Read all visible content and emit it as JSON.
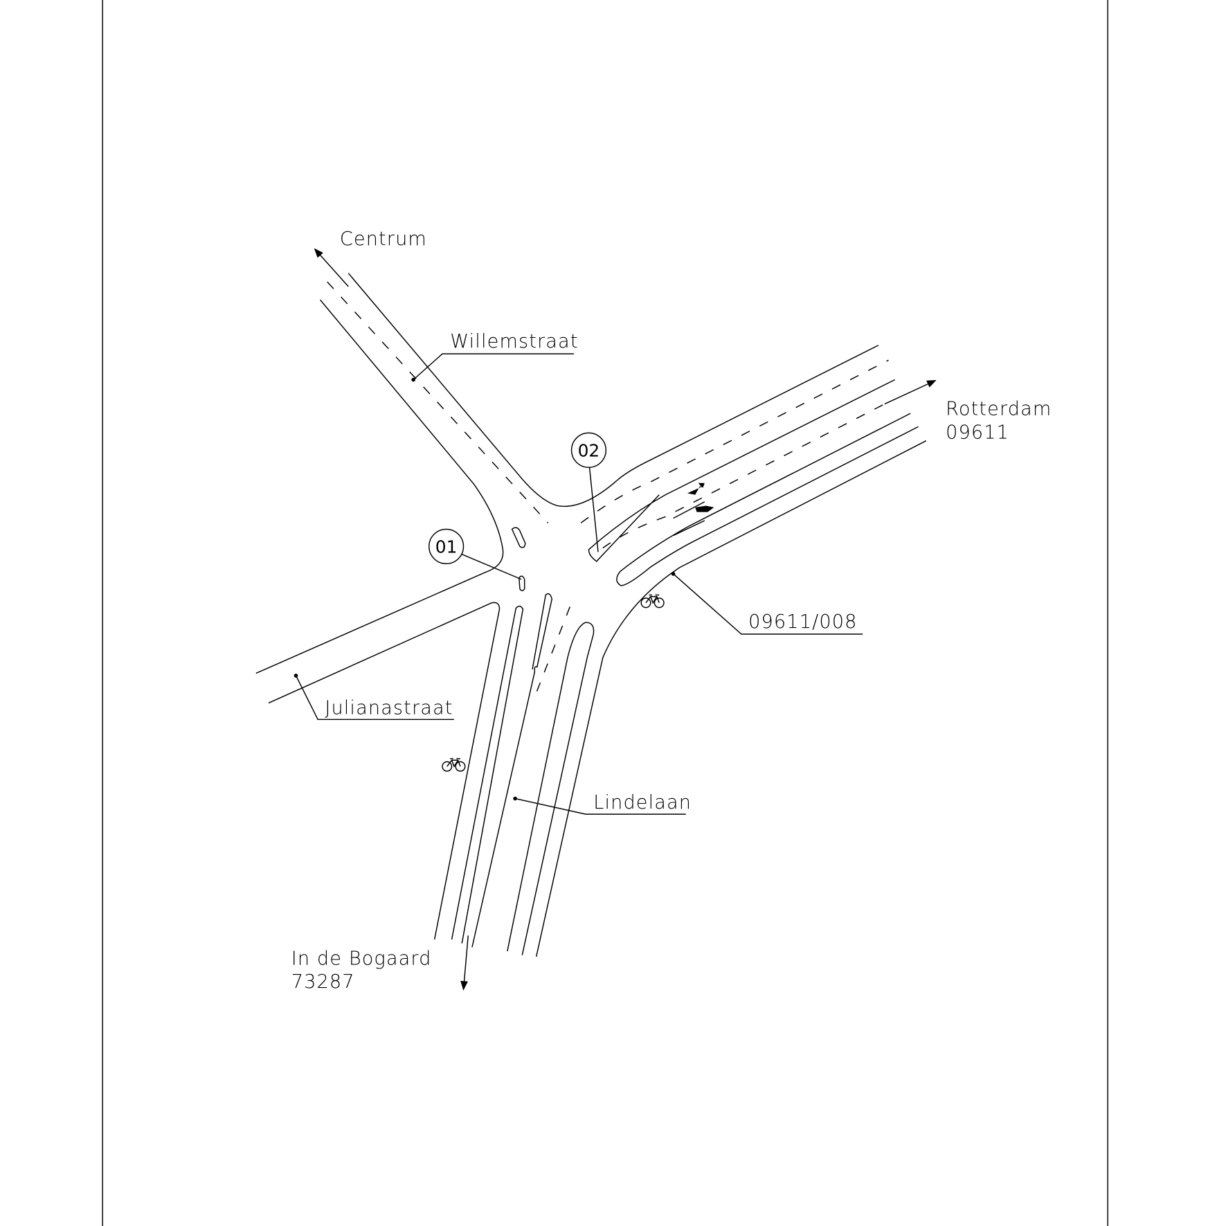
{
  "labels": {
    "centrum": "Centrum",
    "willemstraat": "Willemstraat",
    "rotterdam": "Rotterdam",
    "rotterdam_code": "09611",
    "road_code": "09611/008",
    "julianastraat": "Julianastraat",
    "lindelaan": "Lindelaan",
    "bogaard": "In de Bogaard",
    "bogaard_code": "73287"
  },
  "markers": [
    {
      "id": "01"
    },
    {
      "id": "02"
    }
  ],
  "icons": [
    "bicycle-icon",
    "bicycle-icon",
    "arrow-icon"
  ],
  "colors": {
    "line": "#000000",
    "background": "#ffffff"
  }
}
